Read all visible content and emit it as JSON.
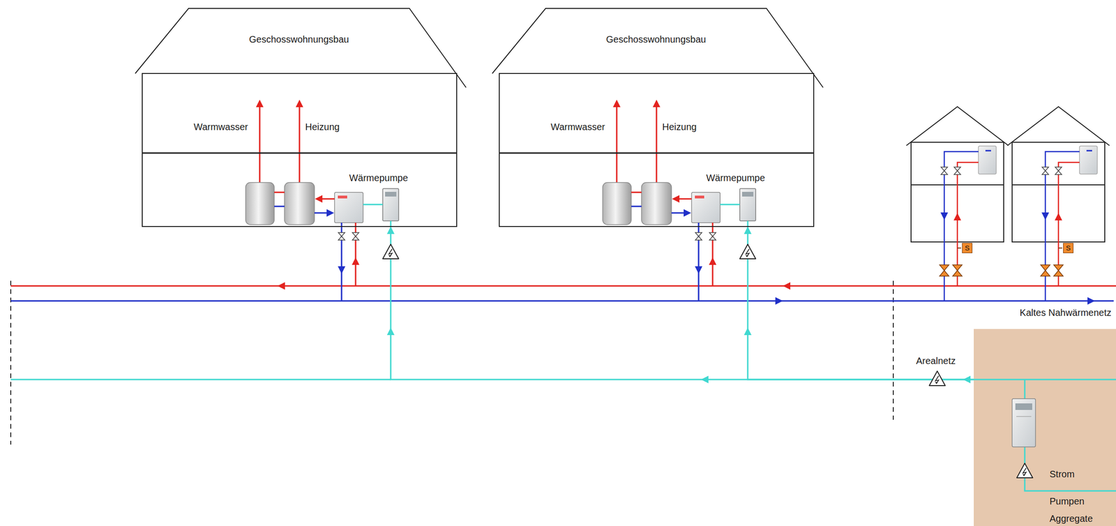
{
  "diagram": {
    "nodes": [
      {
        "text": [
          "Geschosswohnungsbau",
          "Warmwasser",
          "Heizung",
          "Wärmepumpe"
        ]
      },
      {
        "text": [
          "Geschosswohnungsbau",
          "Warmwasser",
          "Heizung",
          "Wärmepumpe"
        ]
      },
      {
        "text": [
          "S"
        ]
      },
      {
        "text": [
          "S"
        ]
      },
      {
        "text": [
          "Strom",
          "Pumpen",
          "Aggregate"
        ]
      }
    ],
    "edges": [
      {
        "from": 4,
        "to": 0,
        "arrow": "to"
      },
      {
        "from": 4,
        "to": 1,
        "arrow": "to"
      }
    ],
    "labels": [
      "Arealnetz",
      "Kaltes Nahwärmenetz"
    ]
  }
}
